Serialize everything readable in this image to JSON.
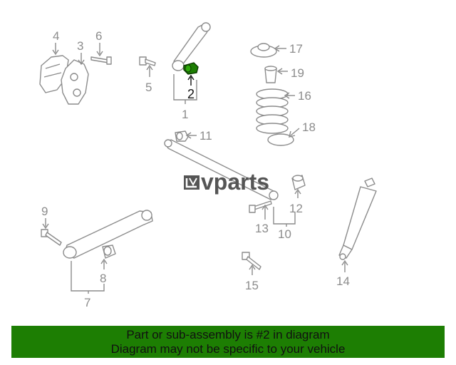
{
  "callouts": {
    "c1": "1",
    "c2": "2",
    "c3": "3",
    "c4": "4",
    "c5": "5",
    "c6": "6",
    "c7": "7",
    "c8": "8",
    "c9": "9",
    "c10": "10",
    "c11": "11",
    "c12": "12",
    "c13": "13",
    "c14": "14",
    "c15": "15",
    "c16": "16",
    "c17": "17",
    "c18": "18",
    "c19": "19"
  },
  "highlighted_part": "2",
  "highlight_color": "#1d7e03",
  "watermark": {
    "logo_icon": "lv-logo-icon",
    "text": "vparts"
  },
  "banner": {
    "line1": "Part or sub-assembly is #2 in diagram",
    "line2": "Diagram may not be specific to your vehicle",
    "background": "#1d7e03"
  }
}
